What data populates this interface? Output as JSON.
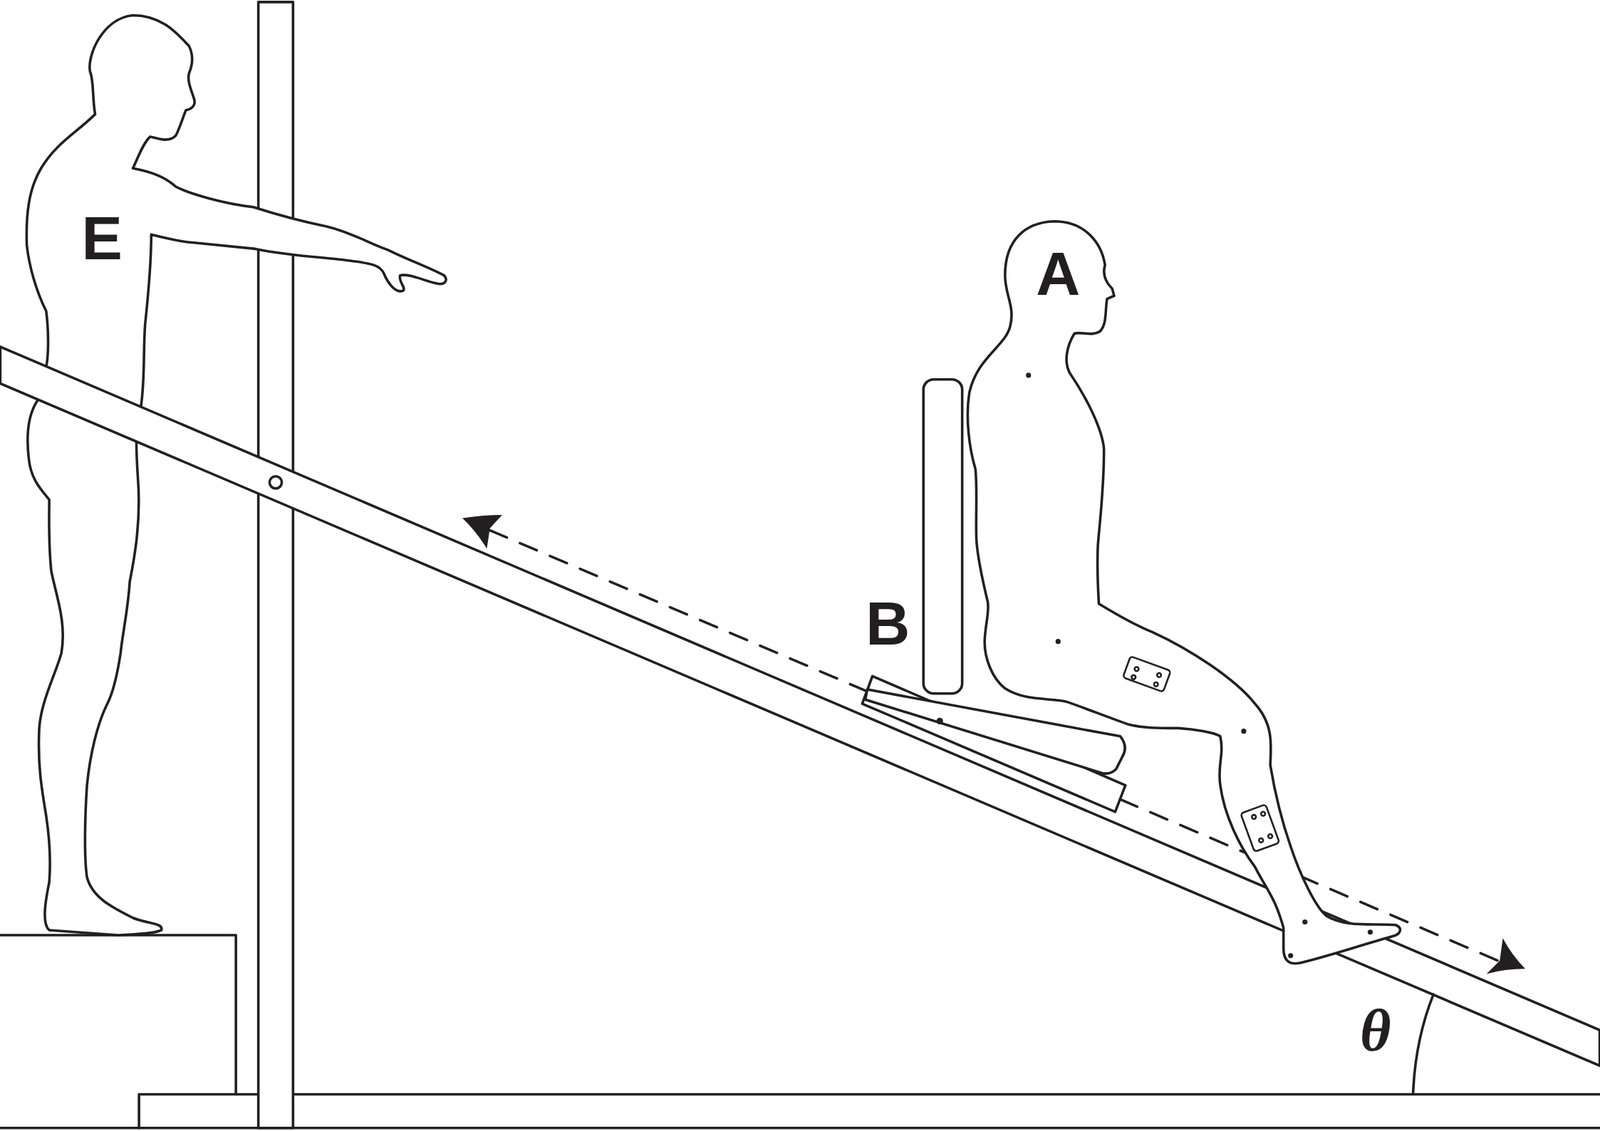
{
  "diagram": {
    "labels": [
      "E",
      "A",
      "B",
      "θ"
    ]
  }
}
